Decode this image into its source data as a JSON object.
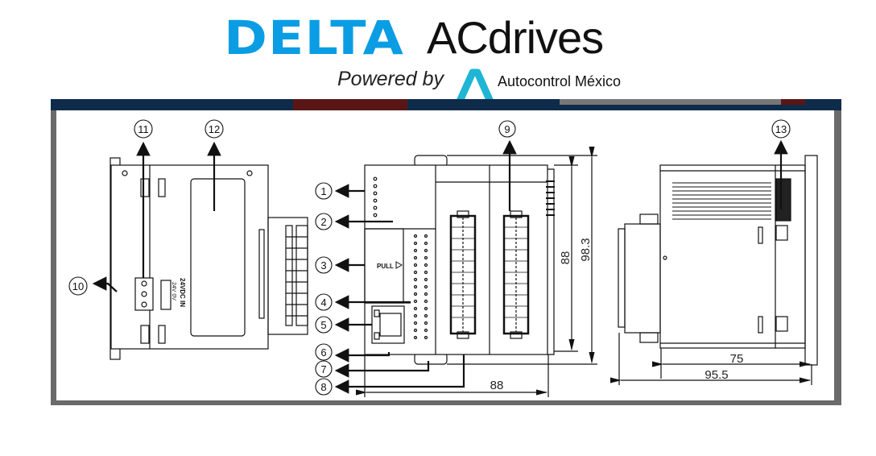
{
  "header": {
    "brand_primary": "DELTA",
    "brand_secondary": "ACdrives",
    "powered_by": "Powered by",
    "partner": "Autocontrol México",
    "colors": {
      "brand_blue": "#0a9de3",
      "partner_cyan": "#1eb6d4",
      "band_navy": "#0f2b4a",
      "band_red": "#5a1616"
    }
  },
  "diagram": {
    "callouts": [
      "1",
      "2",
      "3",
      "4",
      "5",
      "6",
      "7",
      "8",
      "9",
      "10",
      "11",
      "12",
      "13"
    ],
    "labels": {
      "pull": "PULL",
      "power_in": "24VDC IN",
      "power_terms": "24V 0V"
    },
    "dimensions": {
      "front_height_inner": "88",
      "front_height_outer": "98.3",
      "front_width": "88",
      "side_depth": "75",
      "side_depth_total": "95.5"
    }
  }
}
